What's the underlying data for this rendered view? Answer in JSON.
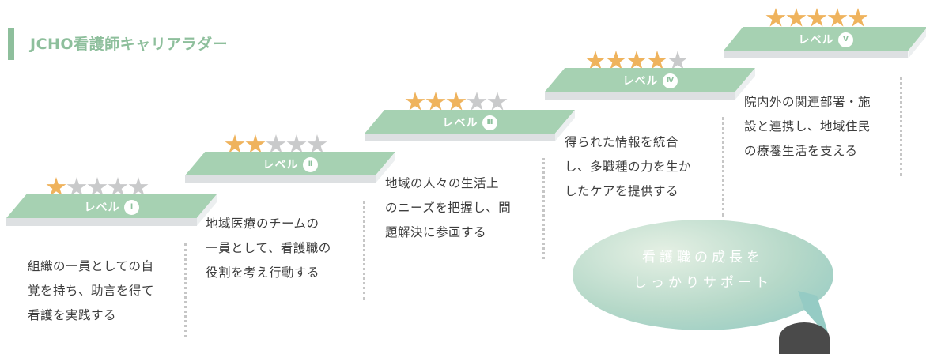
{
  "title": "JCHO看護師キャリアラダー",
  "levels": [
    {
      "label": "レベル",
      "roman": "I",
      "stars_on": 1,
      "stars_total": 5,
      "description": "組織の一員としての自\n覚を持ち、助言を得て\n看護を実践する"
    },
    {
      "label": "レベル",
      "roman": "II",
      "stars_on": 2,
      "stars_total": 5,
      "description": "地域医療のチームの\n一員として、看護職の\n役割を考え行動する"
    },
    {
      "label": "レベル",
      "roman": "III",
      "stars_on": 3,
      "stars_total": 5,
      "description": "地域の人々の生活上\nのニーズを把握し、問\n題解決に参画する"
    },
    {
      "label": "レベル",
      "roman": "IV",
      "stars_on": 4,
      "stars_total": 5,
      "description": "得られた情報を統合\nし、多職種の力を生か\nしたケアを提供する"
    },
    {
      "label": "レベル",
      "roman": "V",
      "stars_on": 5,
      "stars_total": 5,
      "description": "院内外の関連部署・施\n設と連携し、地域住民\nの療養生活を支える"
    }
  ],
  "bubble": {
    "line1": "看護職の成長を",
    "line2": "しっかりサポート"
  },
  "colors": {
    "accent": "#8ebf9c",
    "step_top": "#a6d1b2",
    "star_on": "#efb35d",
    "star_off": "#c9cacb"
  }
}
